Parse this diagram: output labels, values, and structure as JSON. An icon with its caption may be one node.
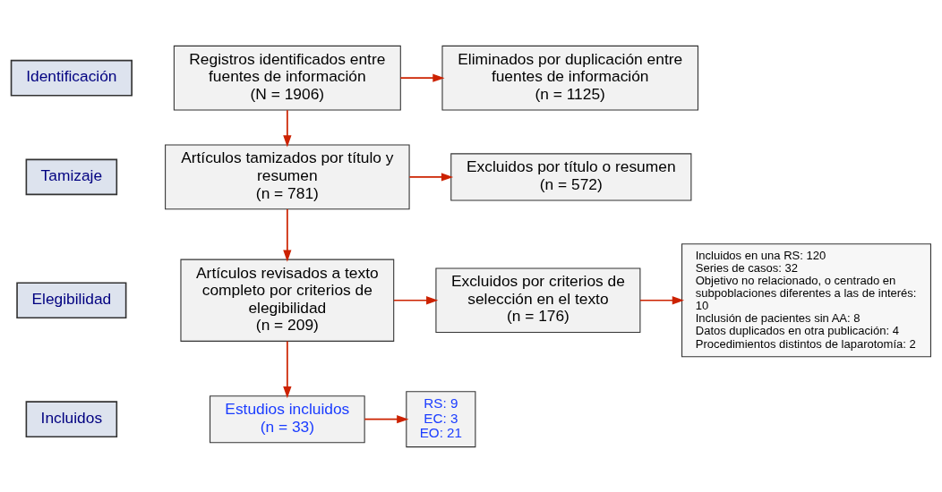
{
  "diagram": {
    "nodes": [
      {
        "text": [
          "Identificación"
        ]
      },
      {
        "text": [
          "Tamizaje"
        ]
      },
      {
        "text": [
          "Elegibilidad"
        ]
      },
      {
        "text": [
          "Incluidos"
        ]
      },
      {
        "text": [
          "Registros identificados entre fuentes de información",
          "(N = 1906)"
        ]
      },
      {
        "text": [
          "Eliminados por duplicación entre fuentes de información",
          "(n = 1125)"
        ]
      },
      {
        "text": [
          "Artículos tamizados por título y resumen",
          "(n = 781)"
        ]
      },
      {
        "text": [
          "Excluidos por título o resumen",
          "(n = 572)"
        ]
      },
      {
        "text": [
          "Artículos revisados a texto completo por criterios de elegibilidad",
          "(n = 209)"
        ]
      },
      {
        "text": [
          "Excluidos por criterios de selección en el texto",
          "(n = 176)"
        ]
      },
      {
        "text": [
          "Incluidos en una RS: 120",
          "Series de casos: 32",
          "Objetivo no relacionado, o centrado en subpoblaciones diferentes a las de interés: 10",
          "Inclusión de pacientes sin AA: 8",
          "Datos duplicados en otra publicación: 4",
          "Procedimientos distintos de laparotomía: 2"
        ]
      },
      {
        "text": [
          "Estudios incluidos",
          "(n = 33)"
        ]
      },
      {
        "text": [
          "RS: 9",
          "EC: 3",
          "EO: 21"
        ]
      }
    ],
    "edges": [
      {
        "from": 4,
        "to": 6,
        "arrow": "to"
      },
      {
        "from": 4,
        "to": 5,
        "arrow": "to"
      },
      {
        "from": 6,
        "to": 8,
        "arrow": "to"
      },
      {
        "from": 6,
        "to": 7,
        "arrow": "to"
      },
      {
        "from": 8,
        "to": 11,
        "arrow": "to"
      },
      {
        "from": 8,
        "to": 9,
        "arrow": "to"
      },
      {
        "from": 9,
        "to": 10,
        "arrow": "to"
      },
      {
        "from": 11,
        "to": 12,
        "arrow": "to"
      }
    ]
  }
}
